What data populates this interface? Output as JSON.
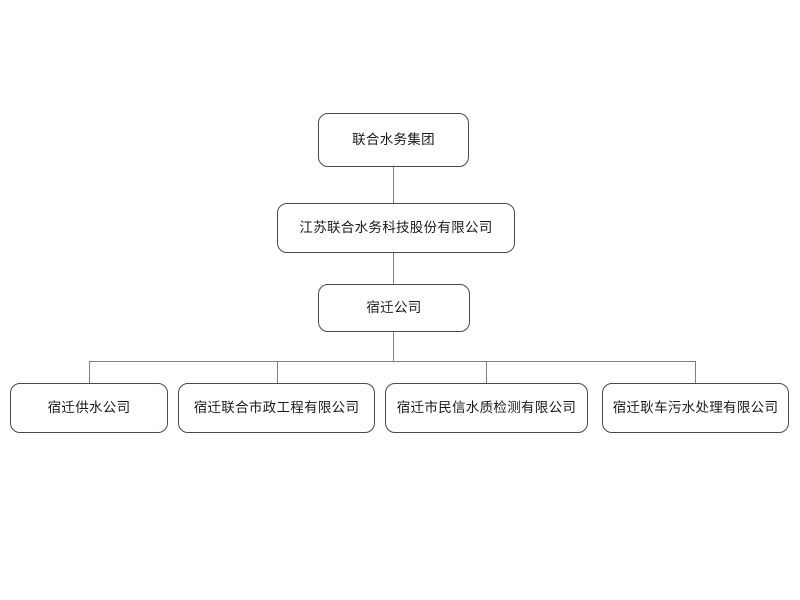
{
  "diagram": {
    "type": "organizational-chart",
    "title": "",
    "background_color": "#ffffff",
    "box_border_color": "#4a4a4a",
    "connector_color": "#808080",
    "text_color": "#1a1a1a",
    "levels": [
      {
        "level": 1,
        "nodes": [
          {
            "id": "group",
            "label": "联合水务集团"
          }
        ]
      },
      {
        "level": 2,
        "nodes": [
          {
            "id": "jiangsu",
            "label": "江苏联合水务科技股份有限公司"
          }
        ]
      },
      {
        "level": 3,
        "nodes": [
          {
            "id": "suqian",
            "label": "宿迁公司"
          }
        ]
      },
      {
        "level": 4,
        "nodes": [
          {
            "id": "supply",
            "label": "宿迁供水公司"
          },
          {
            "id": "municipal",
            "label": "宿迁联合市政工程有限公司"
          },
          {
            "id": "testing",
            "label": "宿迁市民信水质检测有限公司"
          },
          {
            "id": "wastewater",
            "label": "宿迁耿车污水处理有限公司"
          }
        ]
      }
    ]
  }
}
